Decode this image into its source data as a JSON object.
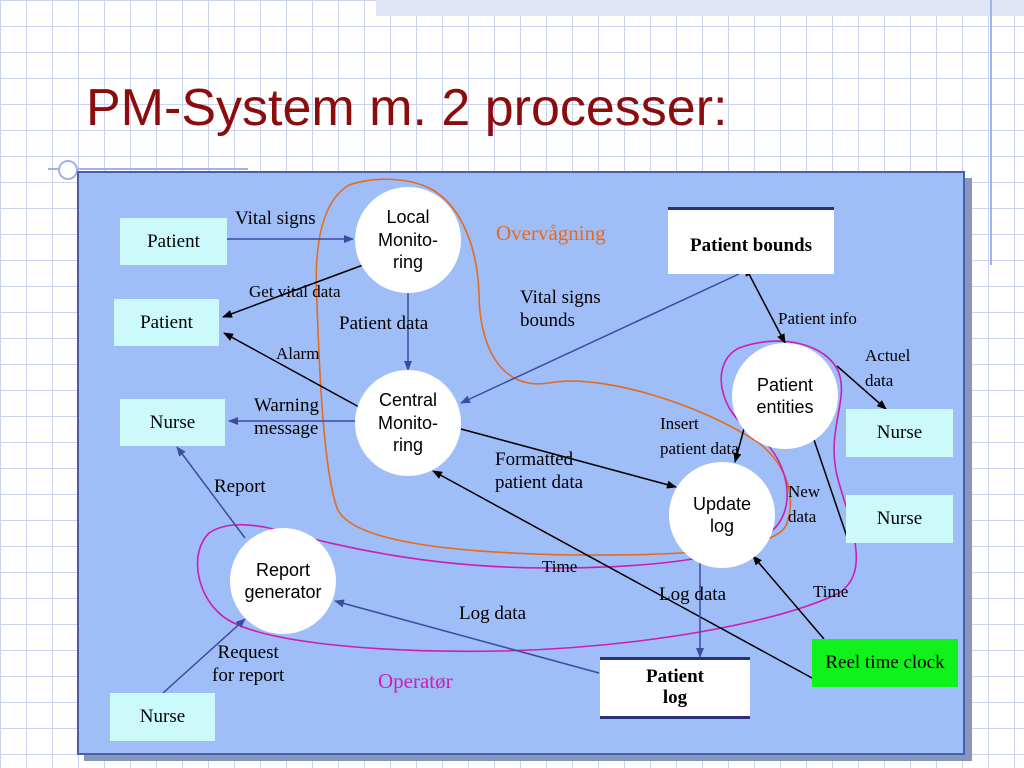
{
  "slide": {
    "title": "PM-System m. 2 processer:"
  },
  "entities": {
    "patient_1": "Patient",
    "patient_2": "Patient",
    "nurse_1": "Nurse",
    "nurse_2": "Nurse",
    "nurse_3": "Nurse",
    "nurse_4": "Nurse",
    "reel_time_clock": "Reel time clock"
  },
  "processes": {
    "local_monitoring": "Local\nMonito-\nring",
    "central_monitoring": "Central\nMonito-\nring",
    "patient_entities": "Patient\nentities",
    "update_log": "Update\nlog",
    "report_generator": "Report\ngenerator"
  },
  "stores": {
    "patient_bounds": "Patient bounds",
    "patient_log": "Patient\nlog"
  },
  "flows": {
    "vital_signs": "Vital signs",
    "get_vital_data": "Get vital data",
    "patient_data": "Patient data",
    "alarm": "Alarm",
    "warning_message": "Warning\nmessage",
    "vital_signs_bounds": "Vital signs\nbounds",
    "patient_info": "Patient info",
    "actuel_data": "Actuel\ndata",
    "insert_patient_data": "Insert\npatient data",
    "formatted_patient_data": "Formatted\npatient data",
    "new_data": "New\ndata",
    "report": "Report",
    "time_1": "Time",
    "time_2": "Time",
    "log_data_1": "Log data",
    "log_data_2": "Log data",
    "request_for_report": "Request\nfor report"
  },
  "process_groups": {
    "overvaagning": "Overvågning",
    "operatoer": "Operatør"
  },
  "colors": {
    "title": "#8b0c0c",
    "panel": "#9fbdf7",
    "entity_box": "#ccfafa",
    "clock_box": "#11f21c",
    "overvaagning_boundary": "#e66a1c",
    "operatoer_boundary": "#cc1fb2",
    "arrow": "#3b4ba0"
  }
}
